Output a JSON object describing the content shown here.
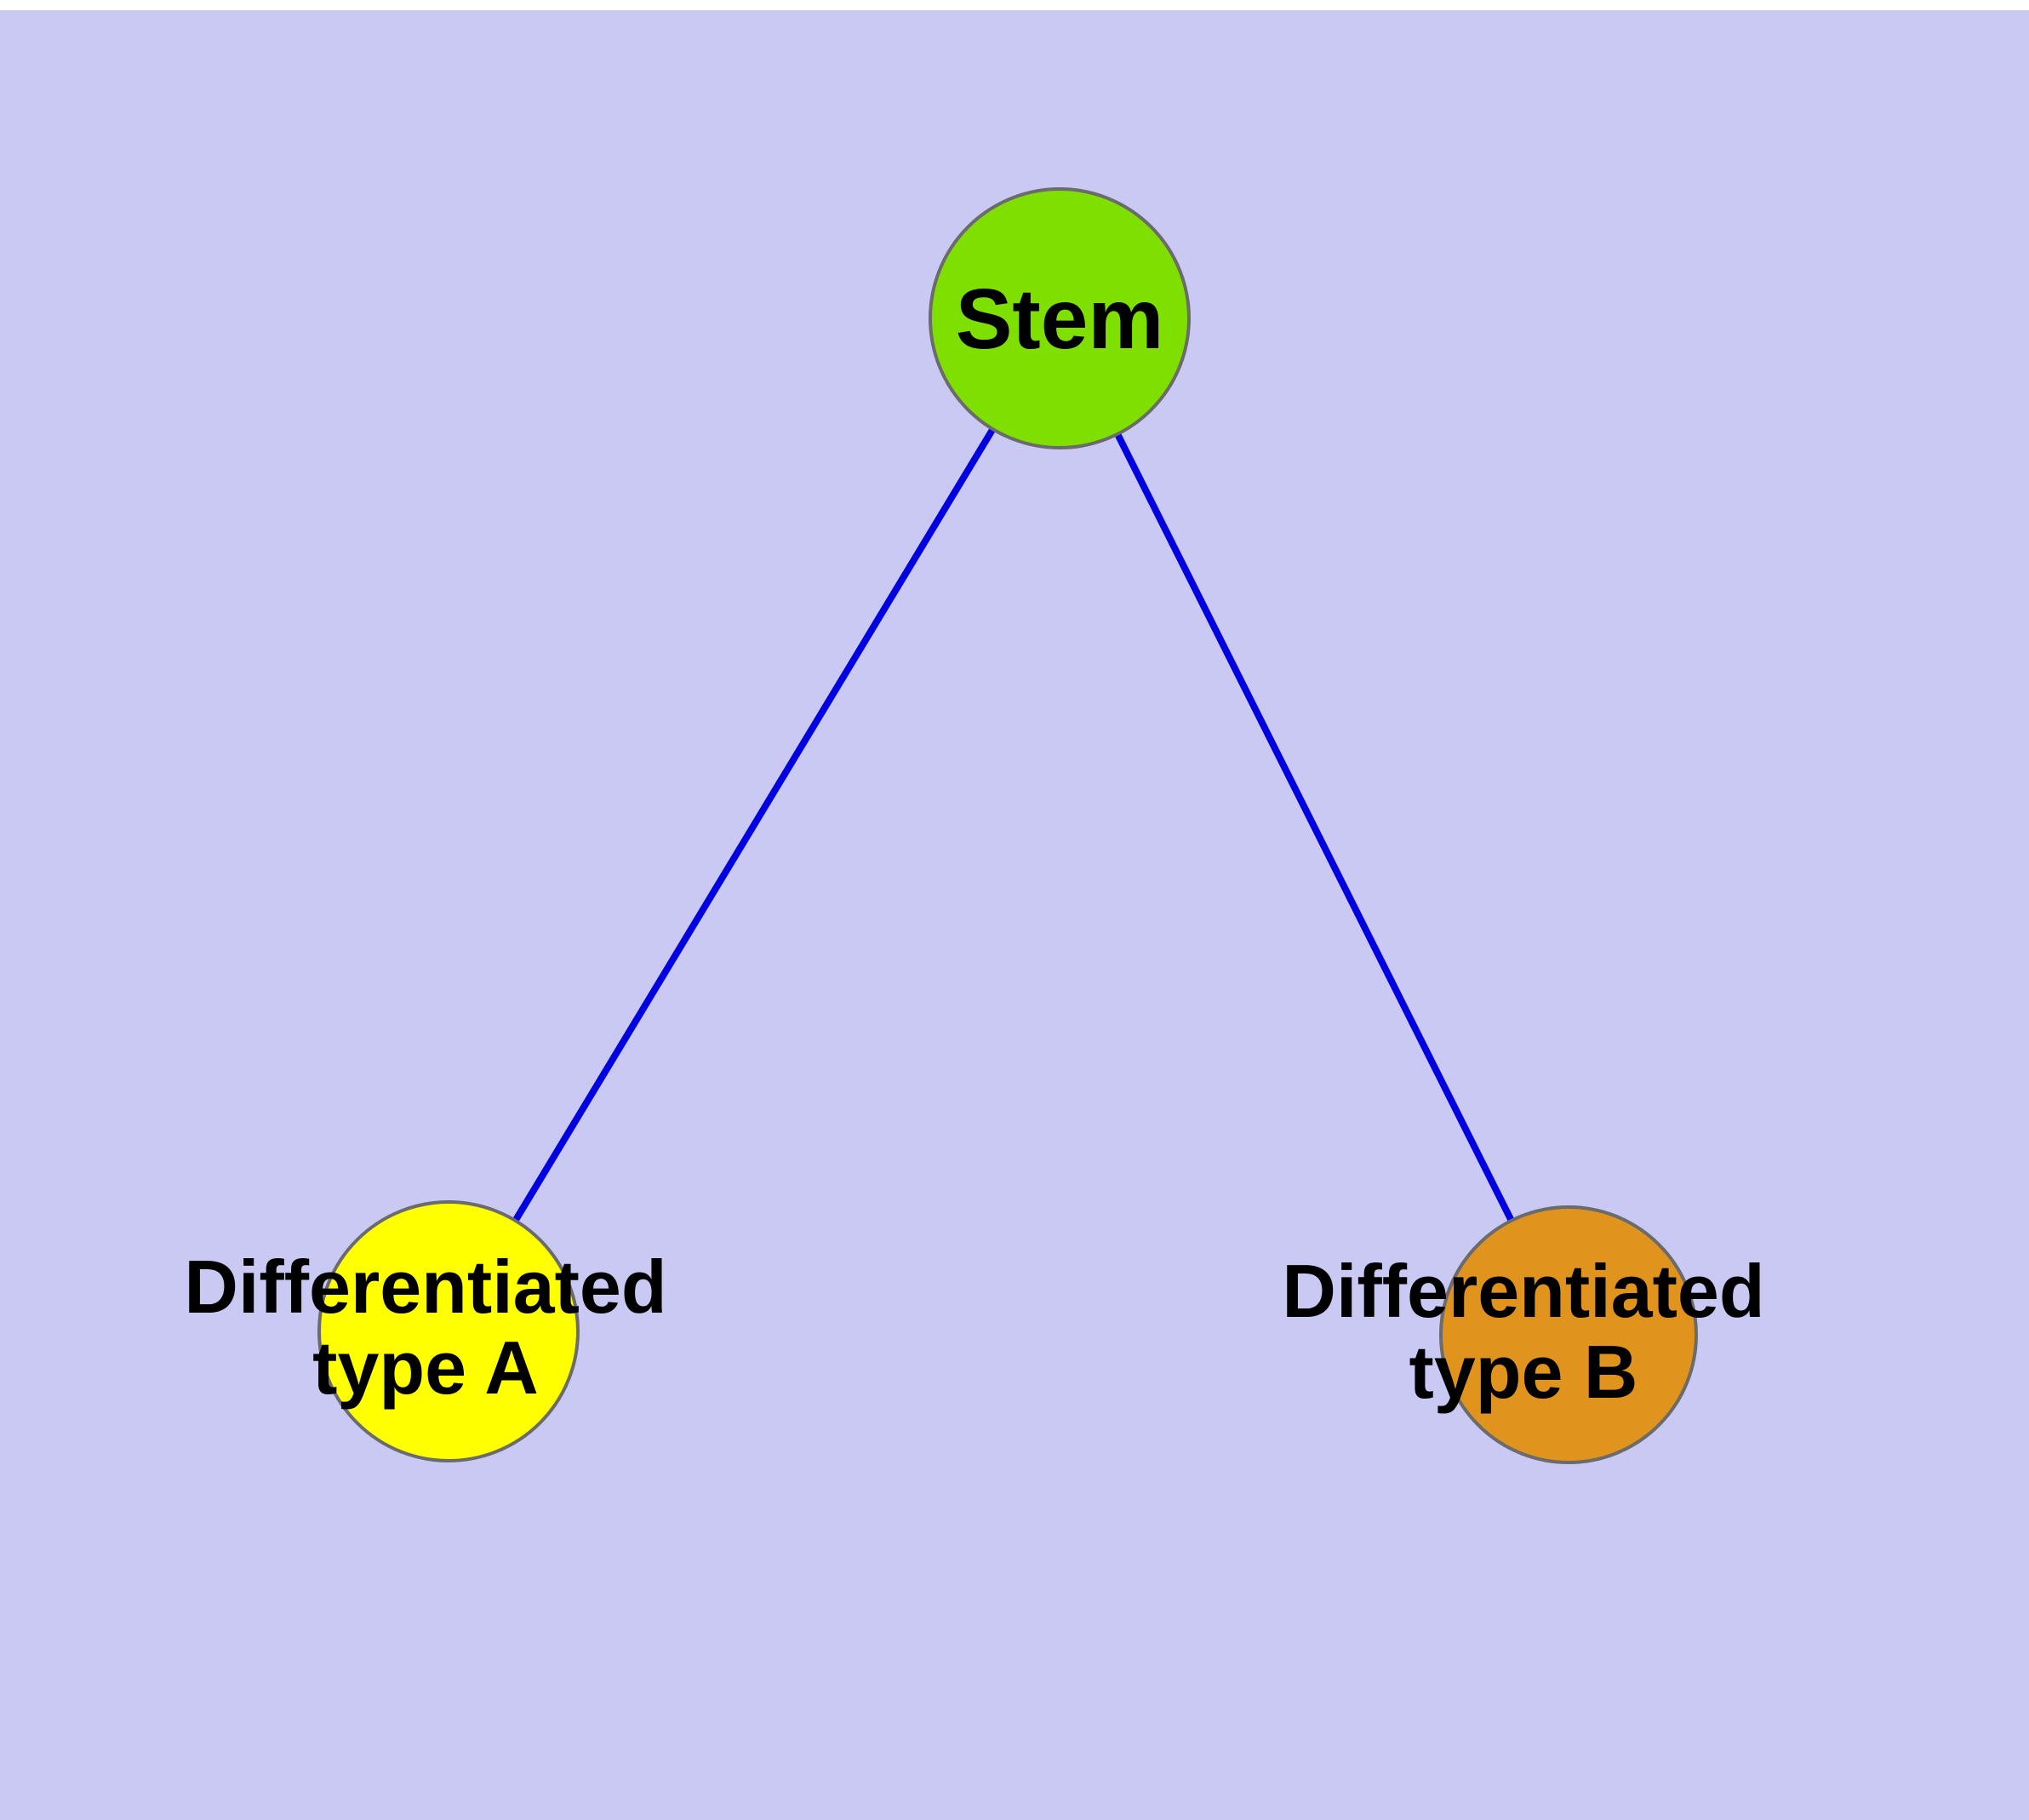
{
  "diagram": {
    "background_color": "#c9c9f4",
    "edge_color": "#0000e0",
    "node_stroke_color": "#6b6b6b",
    "nodes": {
      "stem": {
        "label": "Stem",
        "fill": "#7fe000"
      },
      "type_a": {
        "label_line1": "Differentiated",
        "label_line2": "type A",
        "fill": "#ffff00"
      },
      "type_b": {
        "label_line1": "Differentiated",
        "label_line2": "type B",
        "fill": "#e0941e"
      }
    },
    "edges": [
      {
        "from": "Stem",
        "to": "Differentiated type A"
      },
      {
        "from": "Stem",
        "to": "Differentiated type B"
      }
    ]
  }
}
